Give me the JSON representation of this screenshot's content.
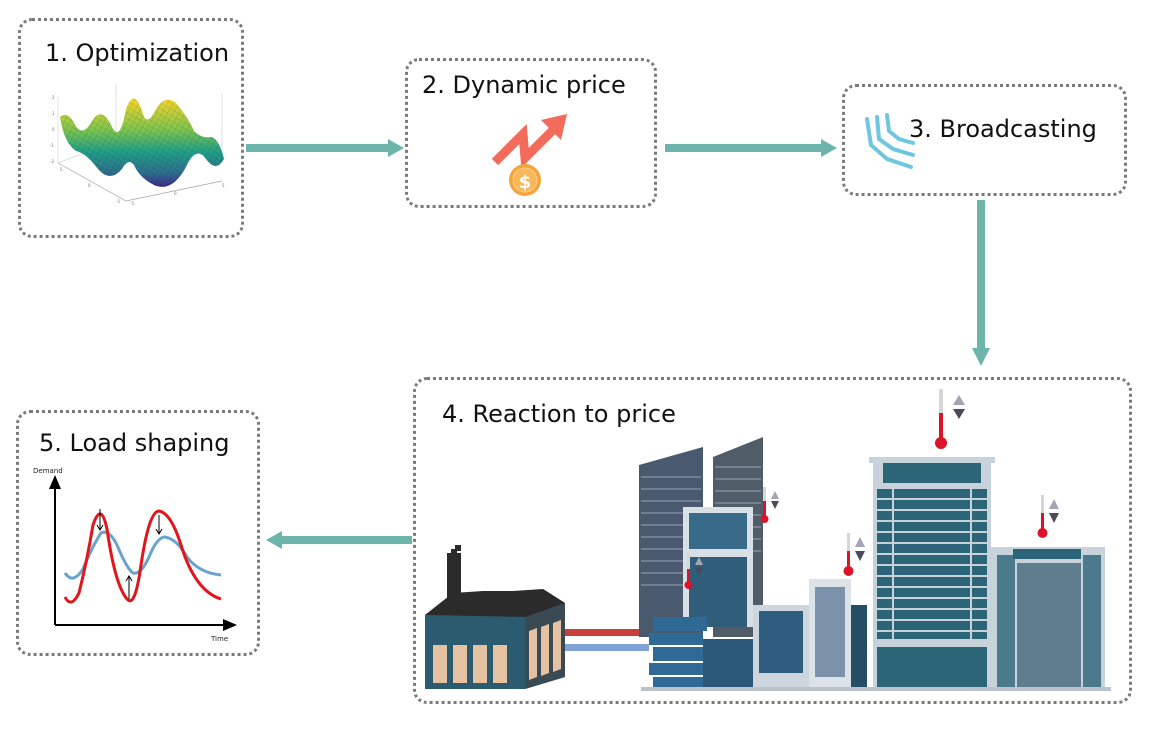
{
  "steps": [
    {
      "id": 1,
      "label": "1. Optimization",
      "icon": "surface-plot-icon"
    },
    {
      "id": 2,
      "label": "2. Dynamic price",
      "icon": "rising-price-icon"
    },
    {
      "id": 3,
      "label": "3. Broadcasting",
      "icon": "broadcast-signal-icon"
    },
    {
      "id": 4,
      "label": "4. Reaction to price",
      "icon": "city-buildings-icon"
    },
    {
      "id": 5,
      "label": "5. Load shaping",
      "icon": "load-curve-icon"
    }
  ],
  "surface_plot": {
    "z_ticks": [
      "2",
      "1",
      "0",
      "-1",
      "-2"
    ],
    "x_ticks": [
      "5",
      "0",
      "-5"
    ],
    "y_ticks": [
      "-5",
      "0",
      "5"
    ]
  },
  "price_icon": {
    "currency_symbol": "$"
  },
  "load_chart": {
    "y_label": "Demand",
    "x_label": "Time"
  },
  "colors": {
    "arrow": "#6db5aa",
    "border": "#7a7a7a",
    "price_arrow": "#f26b5b",
    "coin": "#f5a33c",
    "broadcast": "#6ec7df",
    "original_demand": "#e0161b",
    "shaped_demand": "#6aa3cc",
    "hot_pipe": "#c9403b",
    "cold_pipe": "#7fa3d6",
    "building_teal": "#2c6478",
    "factory_roof": "#2b2b2b"
  }
}
